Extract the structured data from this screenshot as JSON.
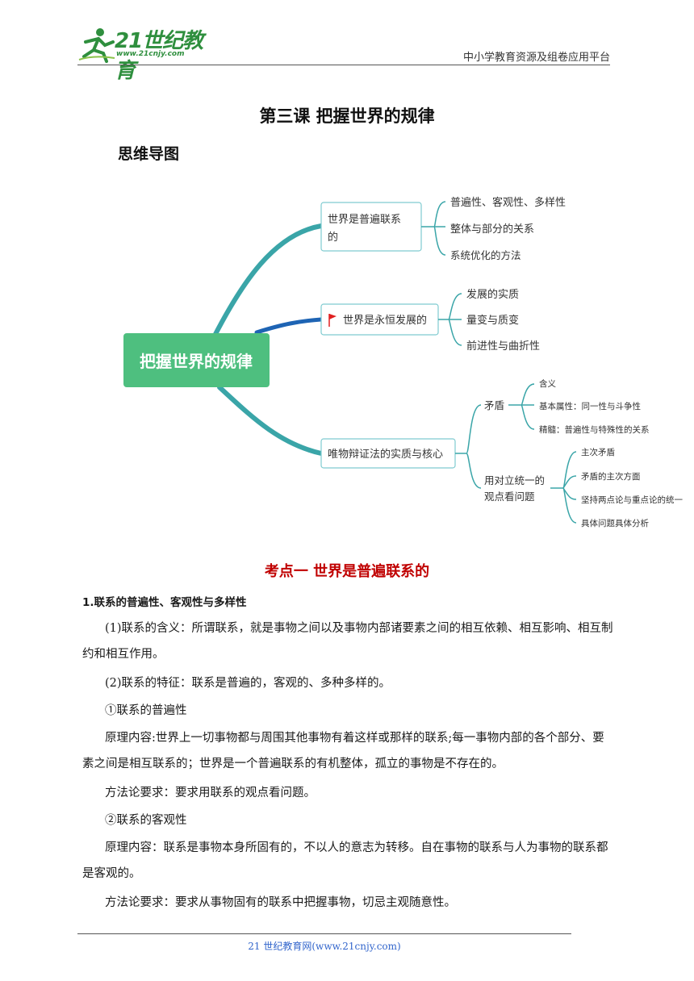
{
  "header": {
    "logo_text": "21世纪教育",
    "logo_url": "www.21cnjy.com",
    "platform": "中小学教育资源及组卷应用平台"
  },
  "title": "第三课 把握世界的规律",
  "section_label": "思维导图",
  "mindmap": {
    "root": "把握世界的规律",
    "colors": {
      "root_bg": "#4ebf7f",
      "line_main": "#3aa5a8",
      "line_blue": "#1e64b4",
      "box_border": "#7fcbd0",
      "flag": "#e02020"
    },
    "branches": [
      {
        "label_line1": "世界是普遍联系",
        "label_line2": "的",
        "children": [
          "普遍性、客观性、多样性",
          "整体与部分的关系",
          "系统优化的方法"
        ]
      },
      {
        "label": "世界是永恒发展的",
        "icon": "flag-icon",
        "children": [
          "发展的实质",
          "量变与质变",
          "前进性与曲折性"
        ]
      },
      {
        "label": "唯物辩证法的实质与核心",
        "sub": [
          {
            "label": "矛盾",
            "children": [
              "含义",
              "基本属性：同一性与斗争性",
              "精髓：普遍性与特殊性的关系"
            ]
          },
          {
            "label_line1": "用对立统一的",
            "label_line2": "观点看问题",
            "children": [
              "主次矛盾",
              "矛盾的主次方面",
              "坚持两点论与重点论的统一",
              "具体问题具体分析"
            ]
          }
        ]
      }
    ]
  },
  "kaodian_title": "考点一 世界是普遍联系的",
  "paragraphs": {
    "p1": "1.联系的普遍性、客观性与多样性",
    "p2": "(1)联系的含义：所谓联系，就是事物之间以及事物内部诸要素之间的相互依赖、相互影响、相互制约和相互作用。",
    "p3": "(2)联系的特征：联系是普遍的，客观的、多种多样的。",
    "p4": "①联系的普遍性",
    "p5": "原理内容:世界上一切事物都与周围其他事物有着这样或那样的联系;每一事物内部的各个部分、要素之间是相互联系的；世界是一个普遍联系的有机整体，孤立的事物是不存在的。",
    "p6": "方法论要求：要求用联系的观点看问题。",
    "p7": "②联系的客观性",
    "p8": "原理内容：联系是事物本身所固有的，不以人的意志为转移。自在事物的联系与人为事物的联系都是客观的。",
    "p9": "方法论要求：要求从事物固有的联系中把握事物，切忌主观随意性。"
  },
  "footer": "21 世纪教育网(www.21cnjy.com)"
}
